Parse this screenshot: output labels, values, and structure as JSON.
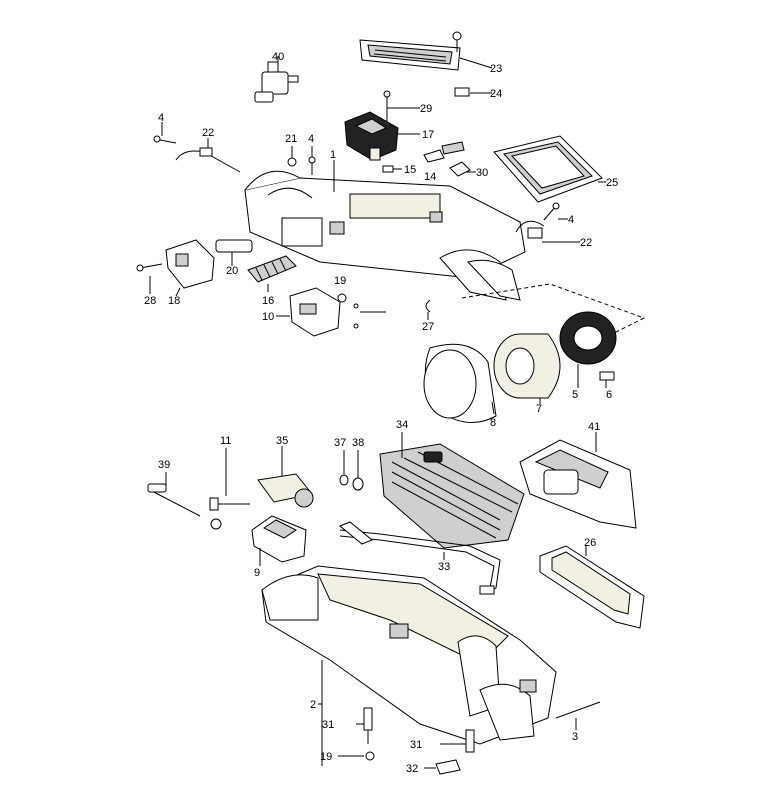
{
  "callouts": {
    "n1": "1",
    "n2": "2",
    "n3": "3",
    "n4a": "4",
    "n4b": "4",
    "n4c": "4",
    "n5": "5",
    "n6": "6",
    "n7": "7",
    "n8": "8",
    "n9": "9",
    "n10": "10",
    "n11": "11",
    "n14": "14",
    "n15": "15",
    "n16": "16",
    "n17": "17",
    "n18": "18",
    "n19a": "19",
    "n19b": "19",
    "n20": "20",
    "n21": "21",
    "n22a": "22",
    "n22b": "22",
    "n23": "23",
    "n24": "24",
    "n25": "25",
    "n26": "26",
    "n27": "27",
    "n28": "28",
    "n29": "29",
    "n30": "30",
    "n31a": "31",
    "n31b": "31",
    "n32": "32",
    "n33": "33",
    "n34": "34",
    "n35": "35",
    "n37": "37",
    "n38": "38",
    "n39": "39",
    "n40": "40",
    "n41": "41"
  }
}
